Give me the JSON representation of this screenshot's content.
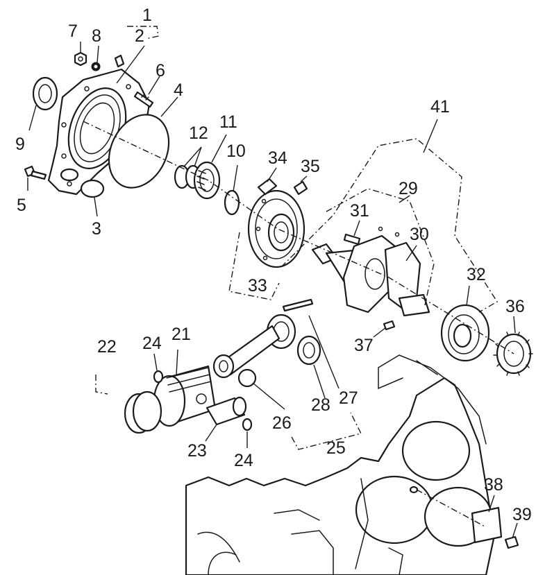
{
  "callouts": [
    "1",
    "2",
    "3",
    "4",
    "5",
    "6",
    "7",
    "8",
    "9",
    "10",
    "11",
    "12",
    "21",
    "22",
    "23",
    "24",
    "24",
    "25",
    "26",
    "27",
    "28",
    "29",
    "30",
    "31",
    "32",
    "33",
    "34",
    "35",
    "36",
    "37",
    "38",
    "39",
    "41"
  ]
}
